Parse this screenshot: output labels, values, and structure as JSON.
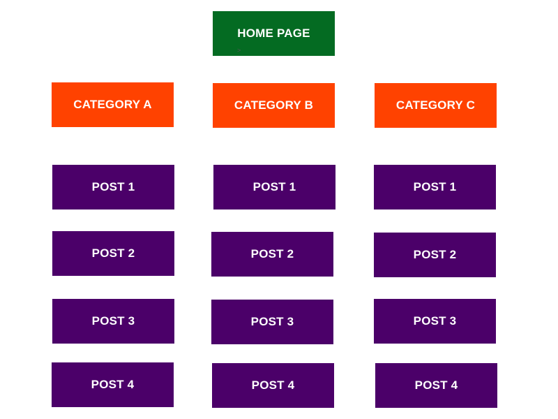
{
  "colors": {
    "home": "#046b22",
    "category": "#ff4200",
    "post": "#4b0069",
    "text": "#ffffff"
  },
  "home": {
    "label": "HOME PAGE"
  },
  "categories": [
    {
      "label": "CATEGORY A",
      "posts": [
        "POST 1",
        "POST 2",
        "POST 3",
        "POST 4"
      ]
    },
    {
      "label": "CATEGORY B",
      "posts": [
        "POST 1",
        "POST 2",
        "POST 3",
        "POST 4"
      ]
    },
    {
      "label": "CATEGORY C",
      "posts": [
        "POST 1",
        "POST 2",
        "POST 3",
        "POST 4"
      ]
    }
  ]
}
